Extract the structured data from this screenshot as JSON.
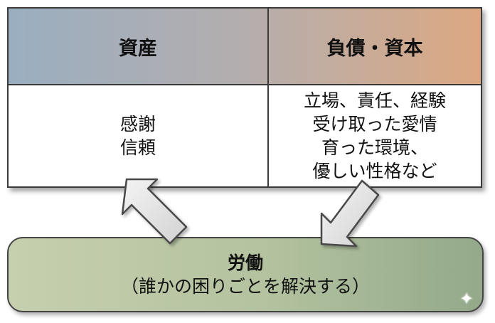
{
  "balance_sheet": {
    "assets_header": "資産",
    "liabilities_header": "負債・資本",
    "assets_items": [
      "感謝",
      "信頼"
    ],
    "liabilities_items": [
      "立場、責任、経験",
      "受け取った愛情",
      "育った環境、",
      "優しい性格など"
    ]
  },
  "labor": {
    "title": "労働",
    "subtitle": "（誰かの困りごとを解決する）"
  },
  "colors": {
    "header_left": "#9aaec0",
    "header_right": "#dca882",
    "labor_fill": "#b3c29f"
  }
}
